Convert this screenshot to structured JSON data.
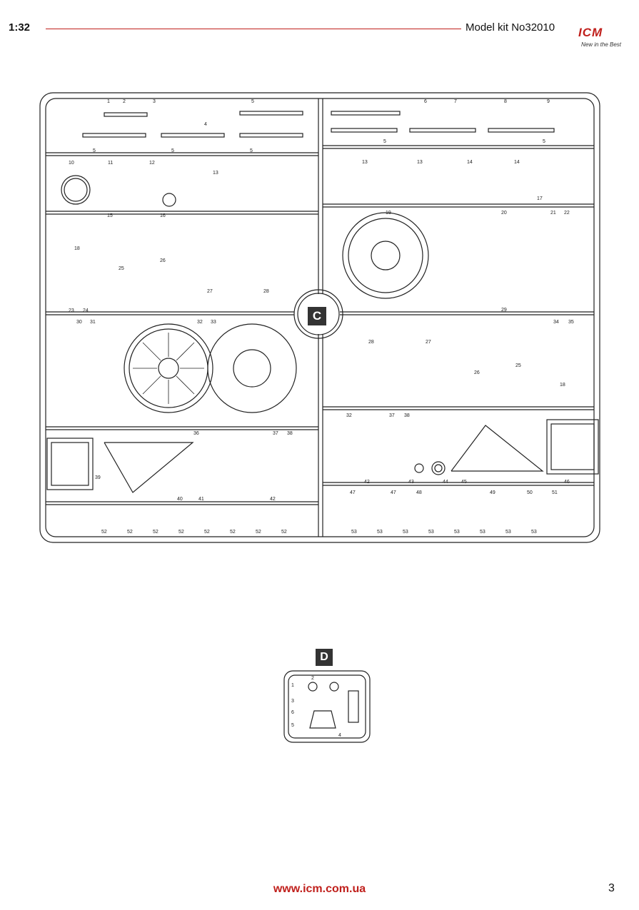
{
  "header": {
    "scale": "1:32",
    "kit": "Model kit No32010",
    "brand": "ICM",
    "tagline": "New in the Best"
  },
  "sprues": {
    "c_label": "C",
    "d_label": "D"
  },
  "parts_c_left": [
    "1",
    "2",
    "3",
    "4",
    "5",
    "5",
    "5",
    "5",
    "10",
    "11",
    "12",
    "13",
    "15",
    "16",
    "18",
    "23",
    "24",
    "25",
    "26",
    "27",
    "28",
    "30",
    "31",
    "32",
    "33",
    "36",
    "37",
    "38",
    "39",
    "40",
    "41",
    "42",
    "52",
    "52",
    "52",
    "52",
    "52",
    "52",
    "52",
    "52"
  ],
  "parts_c_right": [
    "5",
    "5",
    "6",
    "7",
    "8",
    "9",
    "13",
    "13",
    "14",
    "14",
    "17",
    "19",
    "20",
    "21",
    "22",
    "25",
    "26",
    "27",
    "28",
    "29",
    "34",
    "35",
    "18",
    "32",
    "37",
    "38",
    "42",
    "43",
    "44",
    "45",
    "46",
    "47",
    "47",
    "48",
    "49",
    "50",
    "51",
    "53",
    "53",
    "53",
    "53",
    "53",
    "53",
    "53",
    "53"
  ],
  "parts_d": [
    "1",
    "2",
    "3",
    "4",
    "5",
    "6"
  ],
  "colors": {
    "accent": "#c0201c",
    "label_bg": "#333333"
  },
  "footer": {
    "url": "www.icm.com.ua",
    "page": "3"
  }
}
